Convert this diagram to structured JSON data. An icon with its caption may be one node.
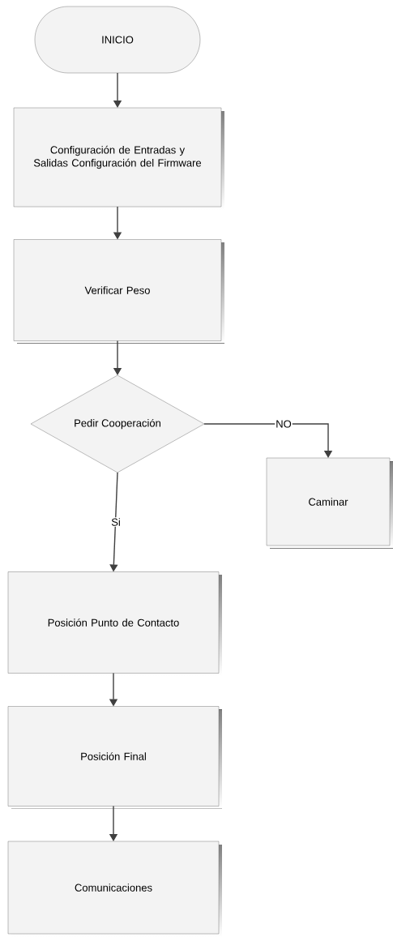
{
  "diagram": {
    "nodes": [
      {
        "text": [
          "INICIO"
        ]
      },
      {
        "text": [
          "Configuración de Entradas y Salidas Configuración del Firmware"
        ]
      },
      {
        "text": [
          "Verificar Peso"
        ]
      },
      {
        "text": [
          "Pedir Cooperación"
        ]
      },
      {
        "text": [
          "Caminar"
        ]
      },
      {
        "text": [
          "Posición Punto de Contacto"
        ]
      },
      {
        "text": [
          "Posición Final"
        ]
      },
      {
        "text": [
          "Comunicaciones"
        ]
      }
    ],
    "edges": [
      {
        "from": 0,
        "to": 1,
        "arrow": "to"
      },
      {
        "from": 1,
        "to": 2,
        "arrow": "to"
      },
      {
        "from": 2,
        "to": 3,
        "arrow": "to"
      },
      {
        "from": 3,
        "to": 4,
        "arrow": "to",
        "label": "NO"
      },
      {
        "from": 3,
        "to": 5,
        "arrow": "to",
        "label": "Si"
      },
      {
        "from": 5,
        "to": 6,
        "arrow": "to"
      },
      {
        "from": 6,
        "to": 7,
        "arrow": "to"
      }
    ]
  }
}
